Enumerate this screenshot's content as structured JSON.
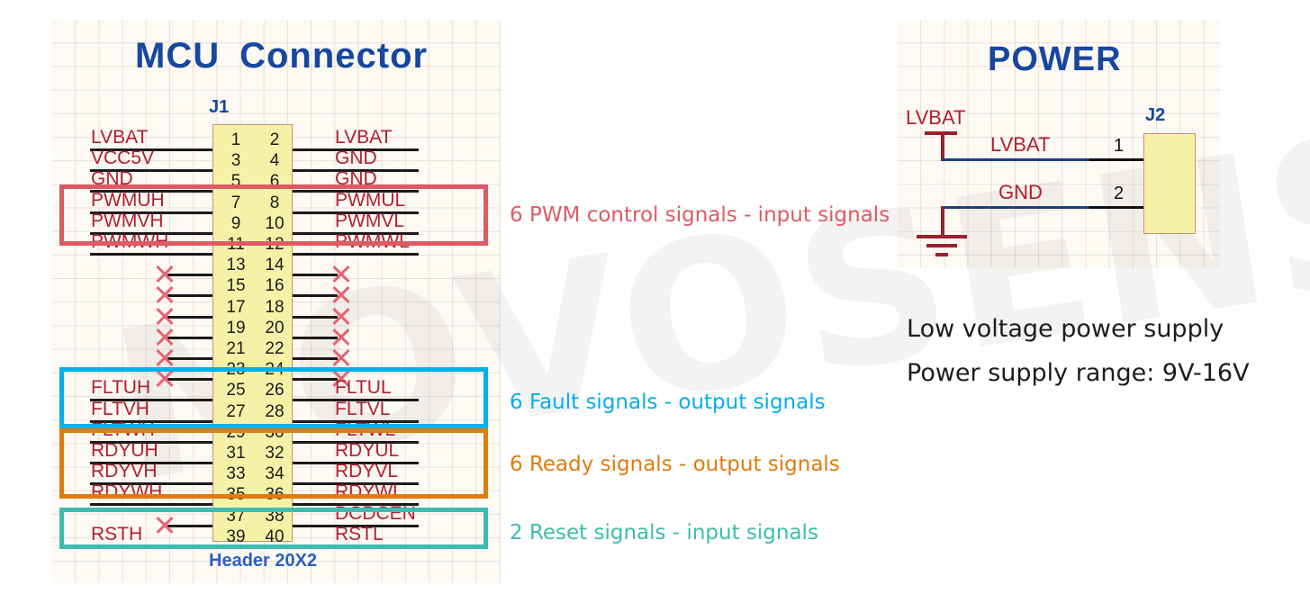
{
  "watermark": {
    "text": "NOVOSENSE"
  },
  "mcu_panel": {
    "title_part1": "MCU",
    "title_part2": "Connector",
    "ref_des": "J1",
    "footprint": "Header 20X2",
    "rows": [
      {
        "odd": "1",
        "even": "2",
        "left": "LVBAT",
        "right": "LVBAT"
      },
      {
        "odd": "3",
        "even": "4",
        "left": "VCC5V",
        "right": "GND"
      },
      {
        "odd": "5",
        "even": "6",
        "left": "GND",
        "right": "GND"
      },
      {
        "odd": "7",
        "even": "8",
        "left": "PWMUH",
        "right": "PWMUL"
      },
      {
        "odd": "9",
        "even": "10",
        "left": "PWMVH",
        "right": "PWMVL"
      },
      {
        "odd": "11",
        "even": "12",
        "left": "PWMWH",
        "right": "PWMWL"
      },
      {
        "odd": "13",
        "even": "14",
        "left": "NC",
        "right": "NC"
      },
      {
        "odd": "15",
        "even": "16",
        "left": "NC",
        "right": "NC"
      },
      {
        "odd": "17",
        "even": "18",
        "left": "NC",
        "right": "NC"
      },
      {
        "odd": "19",
        "even": "20",
        "left": "NC",
        "right": "NC"
      },
      {
        "odd": "21",
        "even": "22",
        "left": "NC",
        "right": "NC"
      },
      {
        "odd": "23",
        "even": "24",
        "left": "NC",
        "right": "NC"
      },
      {
        "odd": "25",
        "even": "26",
        "left": "FLTUH",
        "right": "FLTUL"
      },
      {
        "odd": "27",
        "even": "28",
        "left": "FLTVH",
        "right": "FLTVL"
      },
      {
        "odd": "29",
        "even": "30",
        "left": "FLTWH",
        "right": "FLTWL"
      },
      {
        "odd": "31",
        "even": "32",
        "left": "RDYUH",
        "right": "RDYUL"
      },
      {
        "odd": "33",
        "even": "34",
        "left": "RDYVH",
        "right": "RDYVL"
      },
      {
        "odd": "35",
        "even": "36",
        "left": "RDYWH",
        "right": "RDYWL"
      },
      {
        "odd": "37",
        "even": "38",
        "left": "NC",
        "right": "DCDCEN"
      },
      {
        "odd": "39",
        "even": "40",
        "left": "RSTH",
        "right": "RSTL"
      }
    ],
    "groups": [
      {
        "id": "pwm",
        "caption": "6 PWM control signals - input signals",
        "color": "#dd5b64"
      },
      {
        "id": "fault",
        "caption": "6 Fault signals - output signals",
        "color": "#00b0e8"
      },
      {
        "id": "ready",
        "caption": "6 Ready signals - output signals",
        "color": "#e07b10"
      },
      {
        "id": "reset",
        "caption": "2 Reset signals - input signals",
        "color": "#3dbcb0"
      }
    ]
  },
  "power_panel": {
    "title": "POWER",
    "ref_des": "J2",
    "supply_symbol_label": "LVBAT",
    "nets": [
      {
        "name": "LVBAT",
        "pin": "1"
      },
      {
        "name": "GND",
        "pin": "2"
      }
    ],
    "notes": [
      "Low voltage power supply",
      "Power supply range: 9V-16V"
    ]
  },
  "colors": {
    "schematic_blue": "#17479e",
    "net_red": "#b11f2e",
    "connector_fill": "#f5f2a8",
    "connector_border": "#c98e6e",
    "wire_black": "#1a1a1a",
    "nc_red": "#e8626f",
    "pwm_red": "#dd5b64",
    "fault_cyan": "#00b0e8",
    "ready_orange": "#e07b10",
    "reset_teal": "#3dbcb0",
    "sheet_bg": "#fdfaf4"
  }
}
